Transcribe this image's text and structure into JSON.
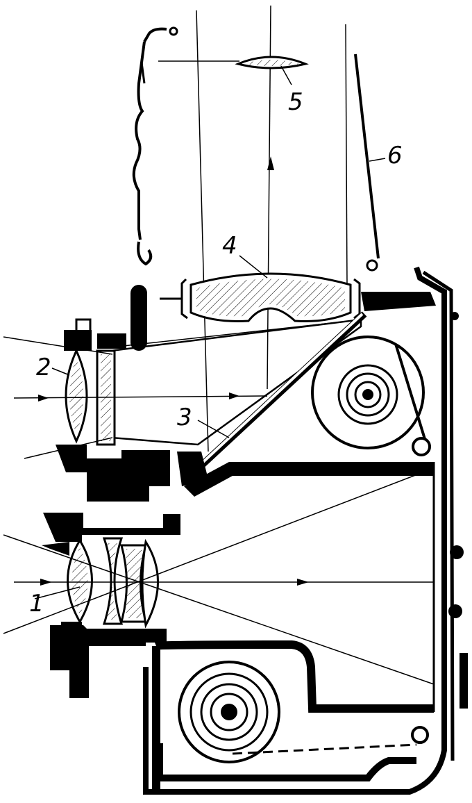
{
  "diagram": {
    "colors": {
      "ink": "#000000",
      "paper": "#ffffff"
    },
    "callouts": [
      {
        "id": "1",
        "text": "1"
      },
      {
        "id": "2",
        "text": "2"
      },
      {
        "id": "3",
        "text": "3"
      },
      {
        "id": "4",
        "text": "4"
      },
      {
        "id": "5",
        "text": "5"
      },
      {
        "id": "6",
        "text": "6"
      }
    ]
  }
}
